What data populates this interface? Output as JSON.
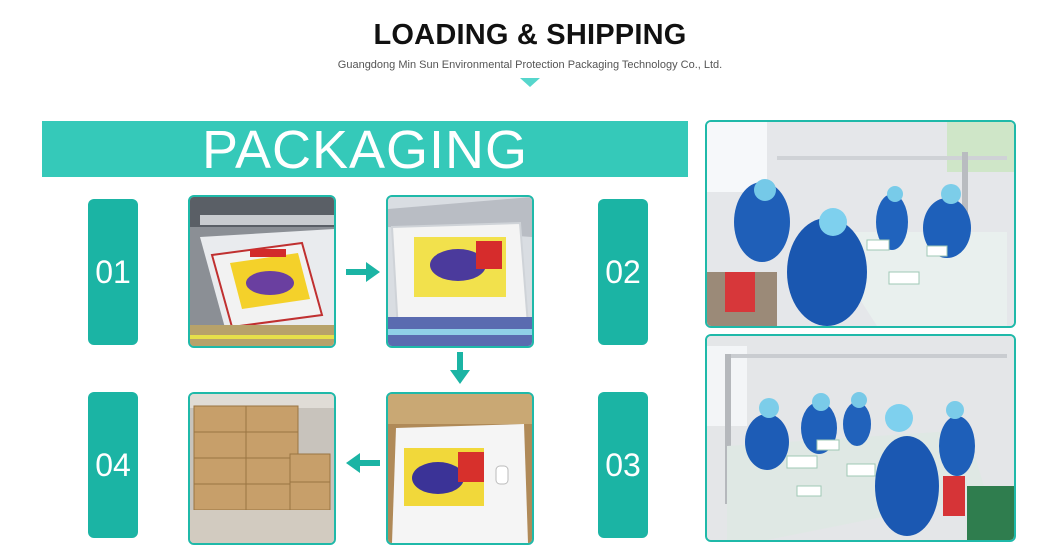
{
  "header": {
    "title": "LOADING & SHIPPING",
    "subtitle": "Guangdong Min Sun Environmental Protection Packaging Technology Co., Ltd."
  },
  "banner": {
    "label": "PACKAGING"
  },
  "steps": [
    {
      "number": "01"
    },
    {
      "number": "02"
    },
    {
      "number": "03"
    },
    {
      "number": "04"
    }
  ],
  "photos": [
    {
      "name": "bag-printing-machine"
    },
    {
      "name": "stacked-printed-bags"
    },
    {
      "name": "bags-in-carton"
    },
    {
      "name": "stacked-cartons"
    },
    {
      "name": "workers-packing-1"
    },
    {
      "name": "workers-packing-2"
    }
  ],
  "colors": {
    "accent": "#35c9b9",
    "step": "#1bb4a4",
    "border": "#1fb9a9"
  }
}
